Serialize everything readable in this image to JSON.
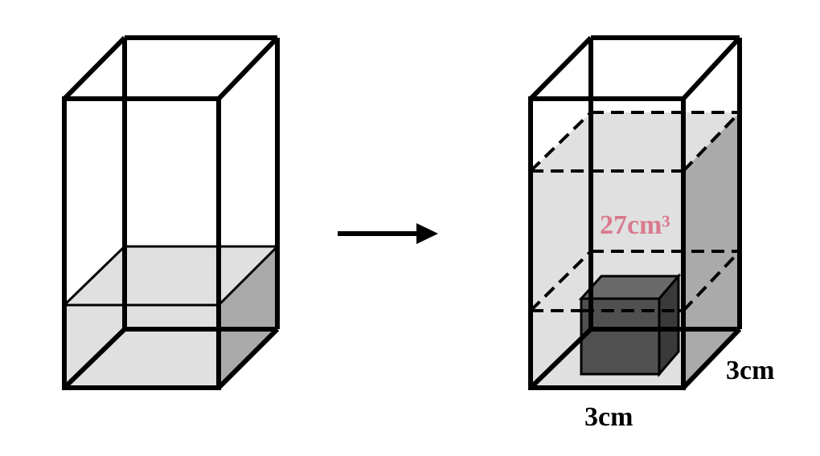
{
  "labels": {
    "volume": "27cm³",
    "width": "3cm",
    "depth": "3cm"
  },
  "colors": {
    "stroke": "#000000",
    "water_front": "#e0e0e0",
    "water_side": "#aaaaaa",
    "cube_front": "#505050",
    "cube_top": "#6a6a6a",
    "cube_side": "#3a3a3a",
    "volume_label": "#d97a8e"
  }
}
